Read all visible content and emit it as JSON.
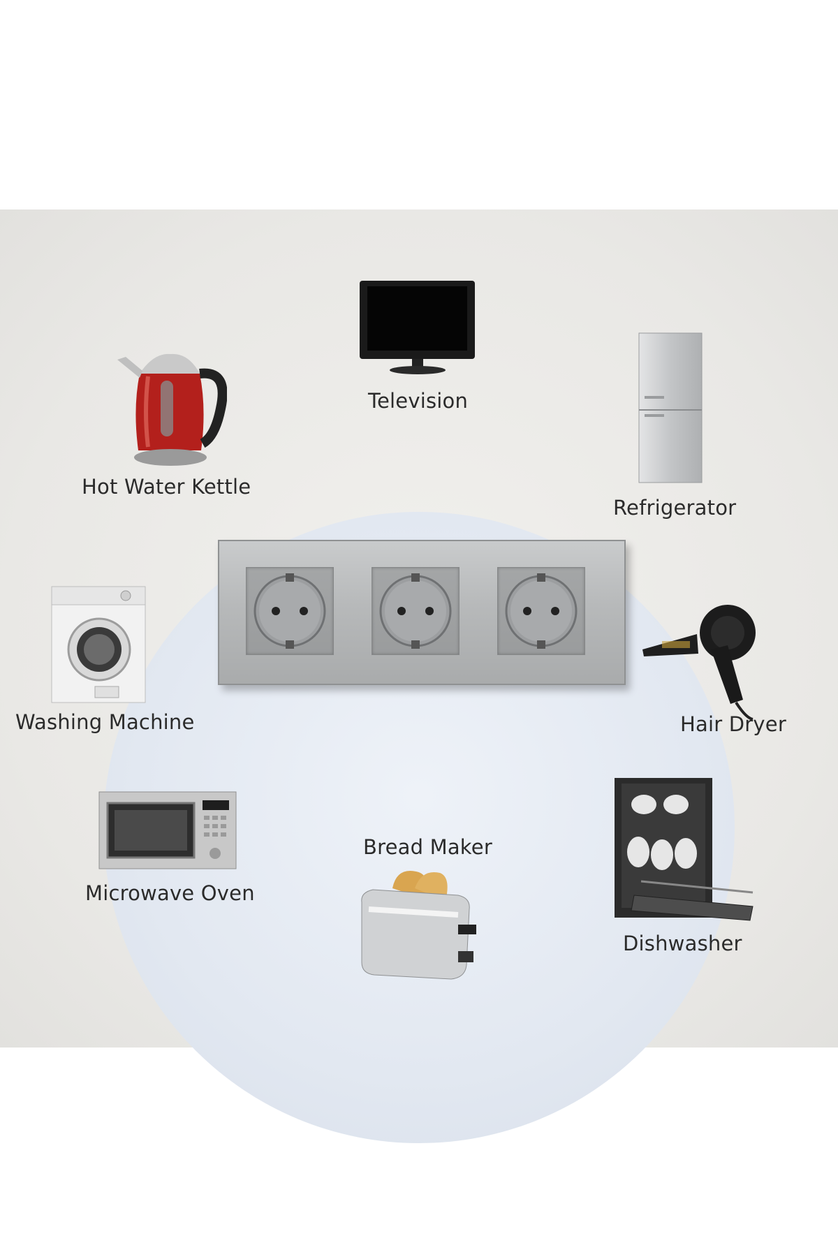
{
  "appliances": {
    "television": "Television",
    "kettle": "Hot Water Kettle",
    "refrigerator": "Refrigerator",
    "washing_machine": "Washing Machine",
    "hair_dryer": "Hair Dryer",
    "microwave": "Microwave Oven",
    "bread_maker": "Bread Maker",
    "dishwasher": "Dishwasher"
  },
  "colors": {
    "background": "#e9e8e5",
    "circle": "#e2e8f1",
    "plate": "#b7b9ba",
    "kettle": "#b3201c"
  },
  "icons": [
    "tv-icon",
    "kettle-icon",
    "refrigerator-icon",
    "washing-machine-icon",
    "hair-dryer-icon",
    "microwave-icon",
    "toaster-icon",
    "dishwasher-icon",
    "socket-icon"
  ]
}
